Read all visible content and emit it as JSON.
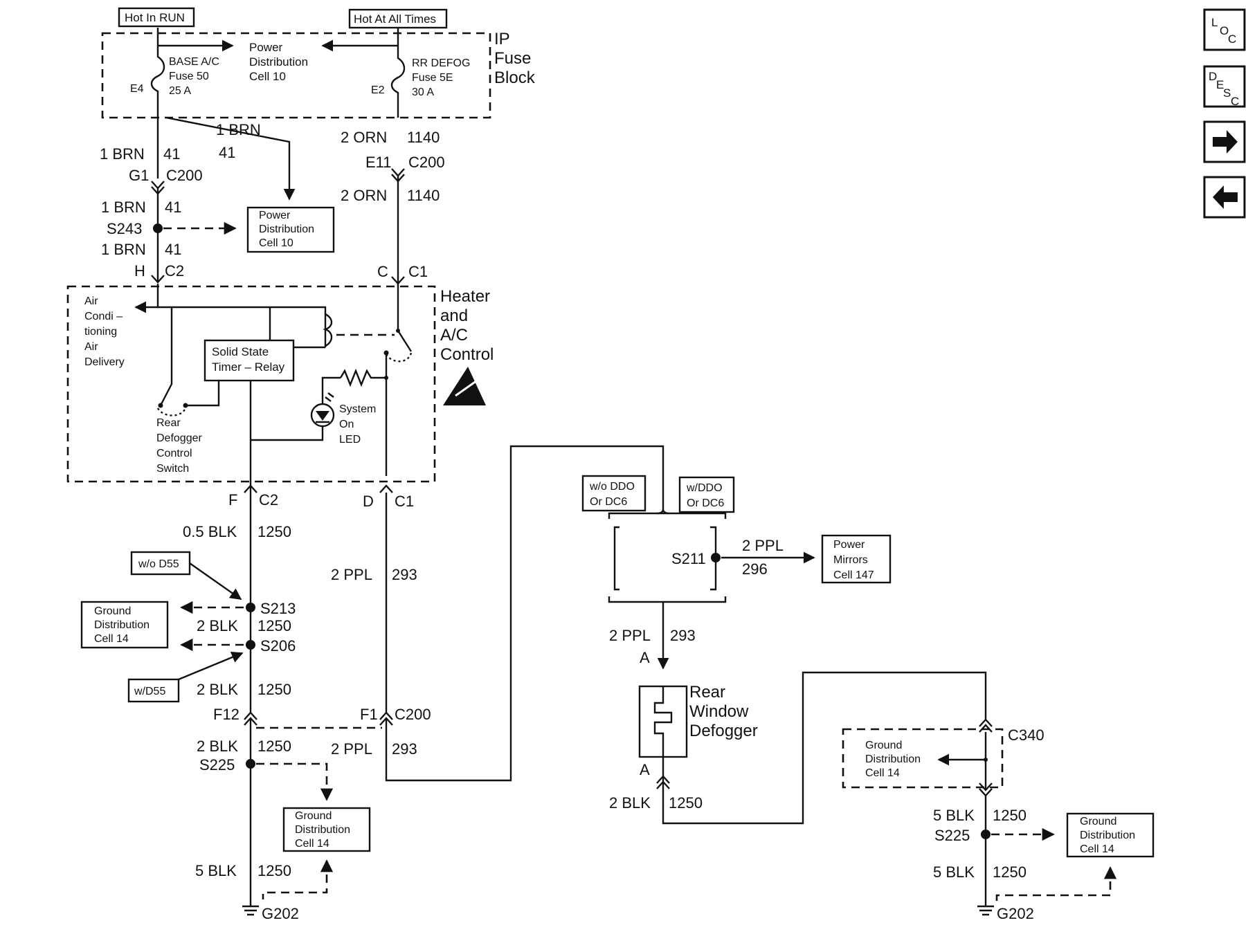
{
  "header": {
    "hot_in_run": "Hot In RUN",
    "hot_at_all_times": "Hot At All Times"
  },
  "fuse_block": {
    "title": [
      "IP",
      "Fuse",
      "Block"
    ],
    "power_distribution": [
      "Power",
      "Distribution",
      "Cell 10"
    ],
    "left_fuse": [
      "BASE A/C",
      "Fuse 50",
      "25 A"
    ],
    "left_terminal": "E4",
    "right_fuse": [
      "RR DEFOG",
      "Fuse 5E",
      "30 A"
    ],
    "right_terminal": "E2"
  },
  "left_wire": {
    "seg1_color": "1 BRN",
    "seg1_circuit": "41",
    "conn1_pin": "G1",
    "conn1_name": "C200",
    "branch_color": "1 BRN",
    "branch_circuit": "41",
    "seg2_color": "1 BRN",
    "seg2_circuit": "41",
    "splice": "S243",
    "seg3_color": "1 BRN",
    "seg3_circuit": "41",
    "conn2_pin": "H",
    "conn2_name": "C2"
  },
  "power_dist_box": [
    "Power",
    "Distribution",
    "Cell 10"
  ],
  "right_wire": {
    "seg1_color": "2 ORN",
    "seg1_circuit": "1140",
    "conn1_pin": "E11",
    "conn1_name": "C200",
    "seg2_color": "2 ORN",
    "seg2_circuit": "1140",
    "conn2_pin": "C",
    "conn2_name": "C1"
  },
  "hvac": {
    "title": [
      "Heater",
      "and",
      "A/C",
      "Control"
    ],
    "air_delivery": [
      "Air",
      "Condi –",
      "tioning",
      "Air",
      "Delivery"
    ],
    "relay": [
      "Solid State",
      "Timer – Relay"
    ],
    "switch": [
      "Rear",
      "Defogger",
      "Control",
      "Switch"
    ],
    "led": [
      "System",
      "On",
      "LED"
    ]
  },
  "lower_left": {
    "conn_pin": "F",
    "conn_name": "C2",
    "seg1_color": "0.5 BLK",
    "seg1_circuit": "1250",
    "wo_d55": "w/o D55",
    "w_d55": "w/D55",
    "splice1": "S213",
    "splice2": "S206",
    "ground_box": [
      "Ground",
      "Distribution",
      "Cell 14"
    ],
    "seg2_color": "2 BLK",
    "seg2_circuit": "1250",
    "seg3_color": "2 BLK",
    "seg3_circuit": "1250",
    "c200_pin": "F12",
    "seg4_color": "2 BLK",
    "seg4_circuit": "1250",
    "splice3": "S225",
    "ground_box2": [
      "Ground",
      "Distribution",
      "Cell 14"
    ],
    "seg5_color": "5 BLK",
    "seg5_circuit": "1250",
    "ground": "G202"
  },
  "middle": {
    "conn_pin": "D",
    "conn_name": "C1",
    "seg1_color": "2 PPL",
    "seg1_circuit": "293",
    "c200_pin": "F1",
    "c200_name": "C200",
    "seg2_color": "2 PPL",
    "seg2_circuit": "293"
  },
  "right_section": {
    "wo_ddo": [
      "w/o DDO",
      "Or DC6"
    ],
    "w_ddo": [
      "w/DDO",
      "Or DC6"
    ],
    "splice": "S211",
    "ppl_color": "2 PPL",
    "ppl_circuit": "296",
    "mirrors_box": [
      "Power",
      "Mirrors",
      "Cell 147"
    ],
    "seg1_color": "2 PPL",
    "seg1_circuit": "293",
    "pin_a_top": "A",
    "pin_a_bottom": "A",
    "defogger": [
      "Rear",
      "Window",
      "Defogger"
    ],
    "seg2_color": "2 BLK",
    "seg2_circuit": "1250"
  },
  "far_right": {
    "c340": "C340",
    "ground_box": [
      "Ground",
      "Distribution",
      "Cell 14"
    ],
    "seg1_color": "5 BLK",
    "seg1_circuit": "1250",
    "splice": "S225",
    "ground_box2": [
      "Ground",
      "Distribution",
      "Cell 14"
    ],
    "seg2_color": "5 BLK",
    "seg2_circuit": "1250",
    "ground": "G202"
  },
  "nav": {
    "loc": [
      "L",
      "O",
      "C"
    ],
    "desc": [
      "D",
      "E",
      "S",
      "C"
    ],
    "next_icon": "arrow-right-icon",
    "prev_icon": "arrow-left-icon"
  }
}
